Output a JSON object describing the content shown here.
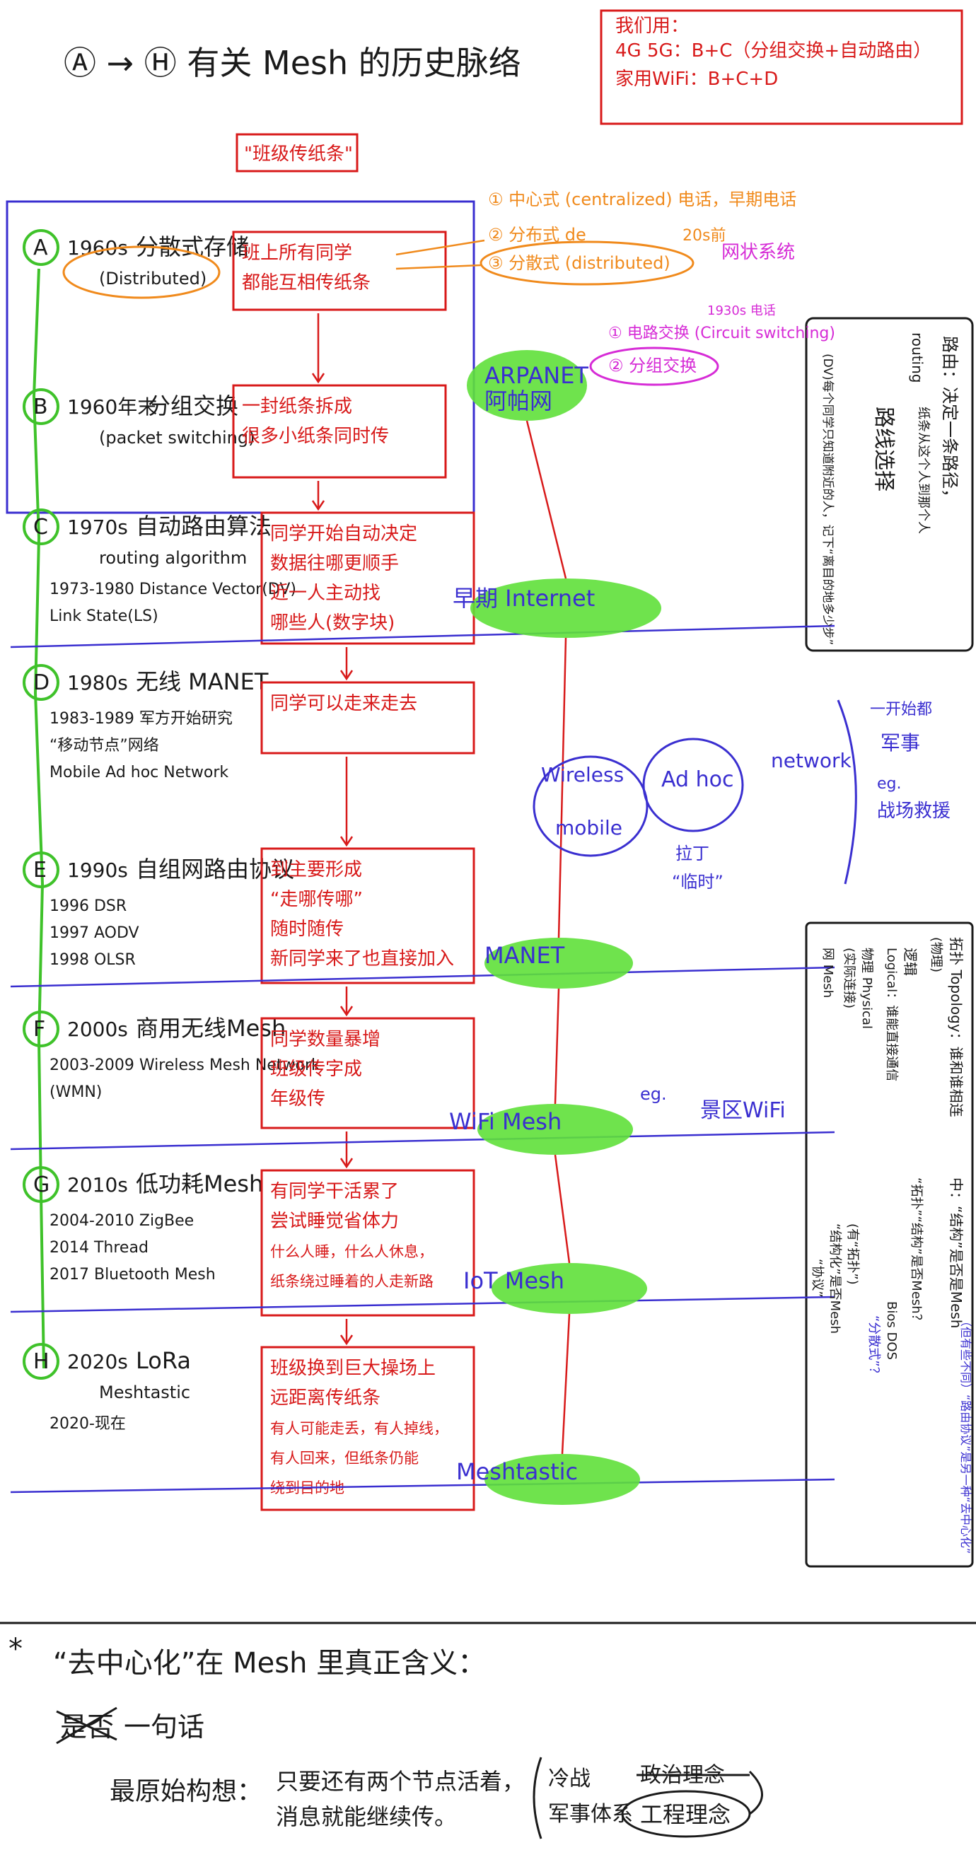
{
  "header": {
    "title": "Ⓐ → Ⓗ 有关 Mesh 的历史脉络",
    "note_lines": [
      "我们用：",
      "4G 5G：B+C（分组交换+自动路由）",
      "家用WiFi：B+C+D"
    ],
    "tag": "\"班级传纸条\""
  },
  "colors": {
    "black": "#1a1a1a",
    "red": "#d81a1a",
    "orange": "#f08a1c",
    "magenta": "#d62bd6",
    "blue": "#3a2fd0",
    "green": "#3fc22a",
    "highlight": "#5fe03a"
  },
  "eras": [
    {
      "letter": "A",
      "decade": "1960s",
      "name": "分散式存储",
      "sub": "(Distributed)",
      "years": [],
      "analogy": [
        "班上所有同学",
        "都能互相传纸条"
      ]
    },
    {
      "letter": "B",
      "decade": "1960年末",
      "name": "分组交换",
      "sub": "(packet switching)",
      "years": [],
      "analogy": [
        "一封纸条拆成",
        "很多小纸条同时传"
      ]
    },
    {
      "letter": "C",
      "decade": "1970s",
      "name": "自动路由算法",
      "sub": "routing algorithm",
      "years": [
        "1973-1980 Distance Vector(DV)",
        "Link State(LS)"
      ],
      "analogy": [
        "同学开始自动决定",
        "数据往哪更顺手",
        "近一人主动找",
        "哪些人(数字块)"
      ]
    },
    {
      "letter": "D",
      "decade": "1980s",
      "name": "无线 MANET",
      "sub": "",
      "years": [
        "1983-1989 军方开始研究",
        "“移动节点”网络",
        "Mobile Ad hoc Network"
      ],
      "analogy": [
        "同学可以走来走去"
      ]
    },
    {
      "letter": "E",
      "decade": "1990s",
      "name": "自组网路由协议",
      "sub": "",
      "years": [
        "1996 DSR",
        "1997 AODV",
        "1998 OLSR"
      ],
      "analogy": [
        "到主要形成",
        "“走哪传哪”",
        "随时随传",
        "新同学来了也直接加入"
      ]
    },
    {
      "letter": "F",
      "decade": "2000s",
      "name": "商用无线Mesh",
      "sub": "",
      "years": [
        "2003-2009 Wireless Mesh Network",
        "(WMN)"
      ],
      "analogy": [
        "同学数量暴增",
        "班级传字成",
        "年级传"
      ]
    },
    {
      "letter": "G",
      "decade": "2010s",
      "name": "低功耗Mesh",
      "sub": "",
      "years": [
        "2004-2010 ZigBee",
        "2014 Thread",
        "2017 Bluetooth Mesh"
      ],
      "analogy": [
        "有同学干活累了",
        "尝试睡觉省体力",
        "什么人睡，什么人休息，",
        "纸条绕过睡着的人走新路"
      ]
    },
    {
      "letter": "H",
      "decade": "2020s",
      "name": "LoRa",
      "sub": "Meshtastic",
      "years": [
        "2020-现在"
      ],
      "analogy": [
        "班级换到巨大操场上",
        "远距离传纸条",
        "有人可能走丢，有人掉线，",
        "有人回来，但纸条仍能",
        "绕到目的地"
      ]
    }
  ],
  "milestones": [
    "ARPANET",
    "阿帕网",
    "早期 Internet",
    "MANET",
    "WiFi Mesh",
    "IoT Mesh",
    "Meshtastic"
  ],
  "branch_notes": {
    "topology": [
      "① 中心式 (centralized) 电话，早期电话",
      "② 分布式 de",
      "③ 分散式 (distributed)"
    ],
    "topology_extra": [
      "20s前",
      "网状系统"
    ],
    "switching": [
      "① 电路交换 (Circuit switching)",
      "② 分组交换"
    ],
    "switching_extra": "1930s 电话",
    "wireless_label": [
      "Wireless",
      "mobile",
      "Ad hoc",
      "network"
    ],
    "adhoc_gloss": [
      "拉丁",
      "“临时”"
    ],
    "military": [
      "一开始都",
      "军事",
      "eg.",
      "战场救援"
    ],
    "wifi_eg": [
      "eg.",
      "景区WiFi"
    ]
  },
  "side_panel_1": [
    "路由：决定一条路径，",
    "routing",
    "纸条从这个人到那个人",
    "路线选择",
    "(DV)每个同学只知道附近的人，记下“离目的地多少步”"
  ],
  "side_panel_2": [
    "拓扑 Topology：谁和谁相连",
    "(物理)",
    "逻辑",
    "Logical：谁能直接通信",
    "物理 Physical",
    "(实际连接)",
    "网 Mesh",
    "中：“结构”是否是Mesh",
    "“拓扑”“结构”是否Mesh？",
    "Bios DOS",
    "“分散式”？",
    "(有“拓扑”)",
    "“结构化”是否Mesh",
    "“协议”",
    "（但有些不同）“路由协议”是另一种“去中心化”"
  ],
  "bottom": {
    "star": "*",
    "heading": "“去中心化”在 Mesh 里真正含义：",
    "crossed": "是否",
    "follow": "一句话",
    "label": "最原始构想：",
    "text": [
      "只要还有两个节点活着，",
      "消息就能继续传。"
    ],
    "aside": [
      "冷战",
      "军事体系"
    ],
    "struck": "政治理念",
    "circled": "工程理念"
  }
}
